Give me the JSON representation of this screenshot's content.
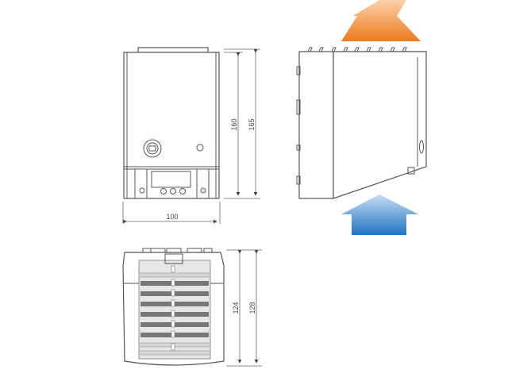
{
  "front_view": {
    "height_inner": "160",
    "height_outer": "165",
    "width": "100"
  },
  "bottom_view": {
    "depth_inner": "124",
    "depth_outer": "128"
  },
  "airflow": {
    "out_color": "#f08a30",
    "in_color": "#3a8fd6"
  }
}
